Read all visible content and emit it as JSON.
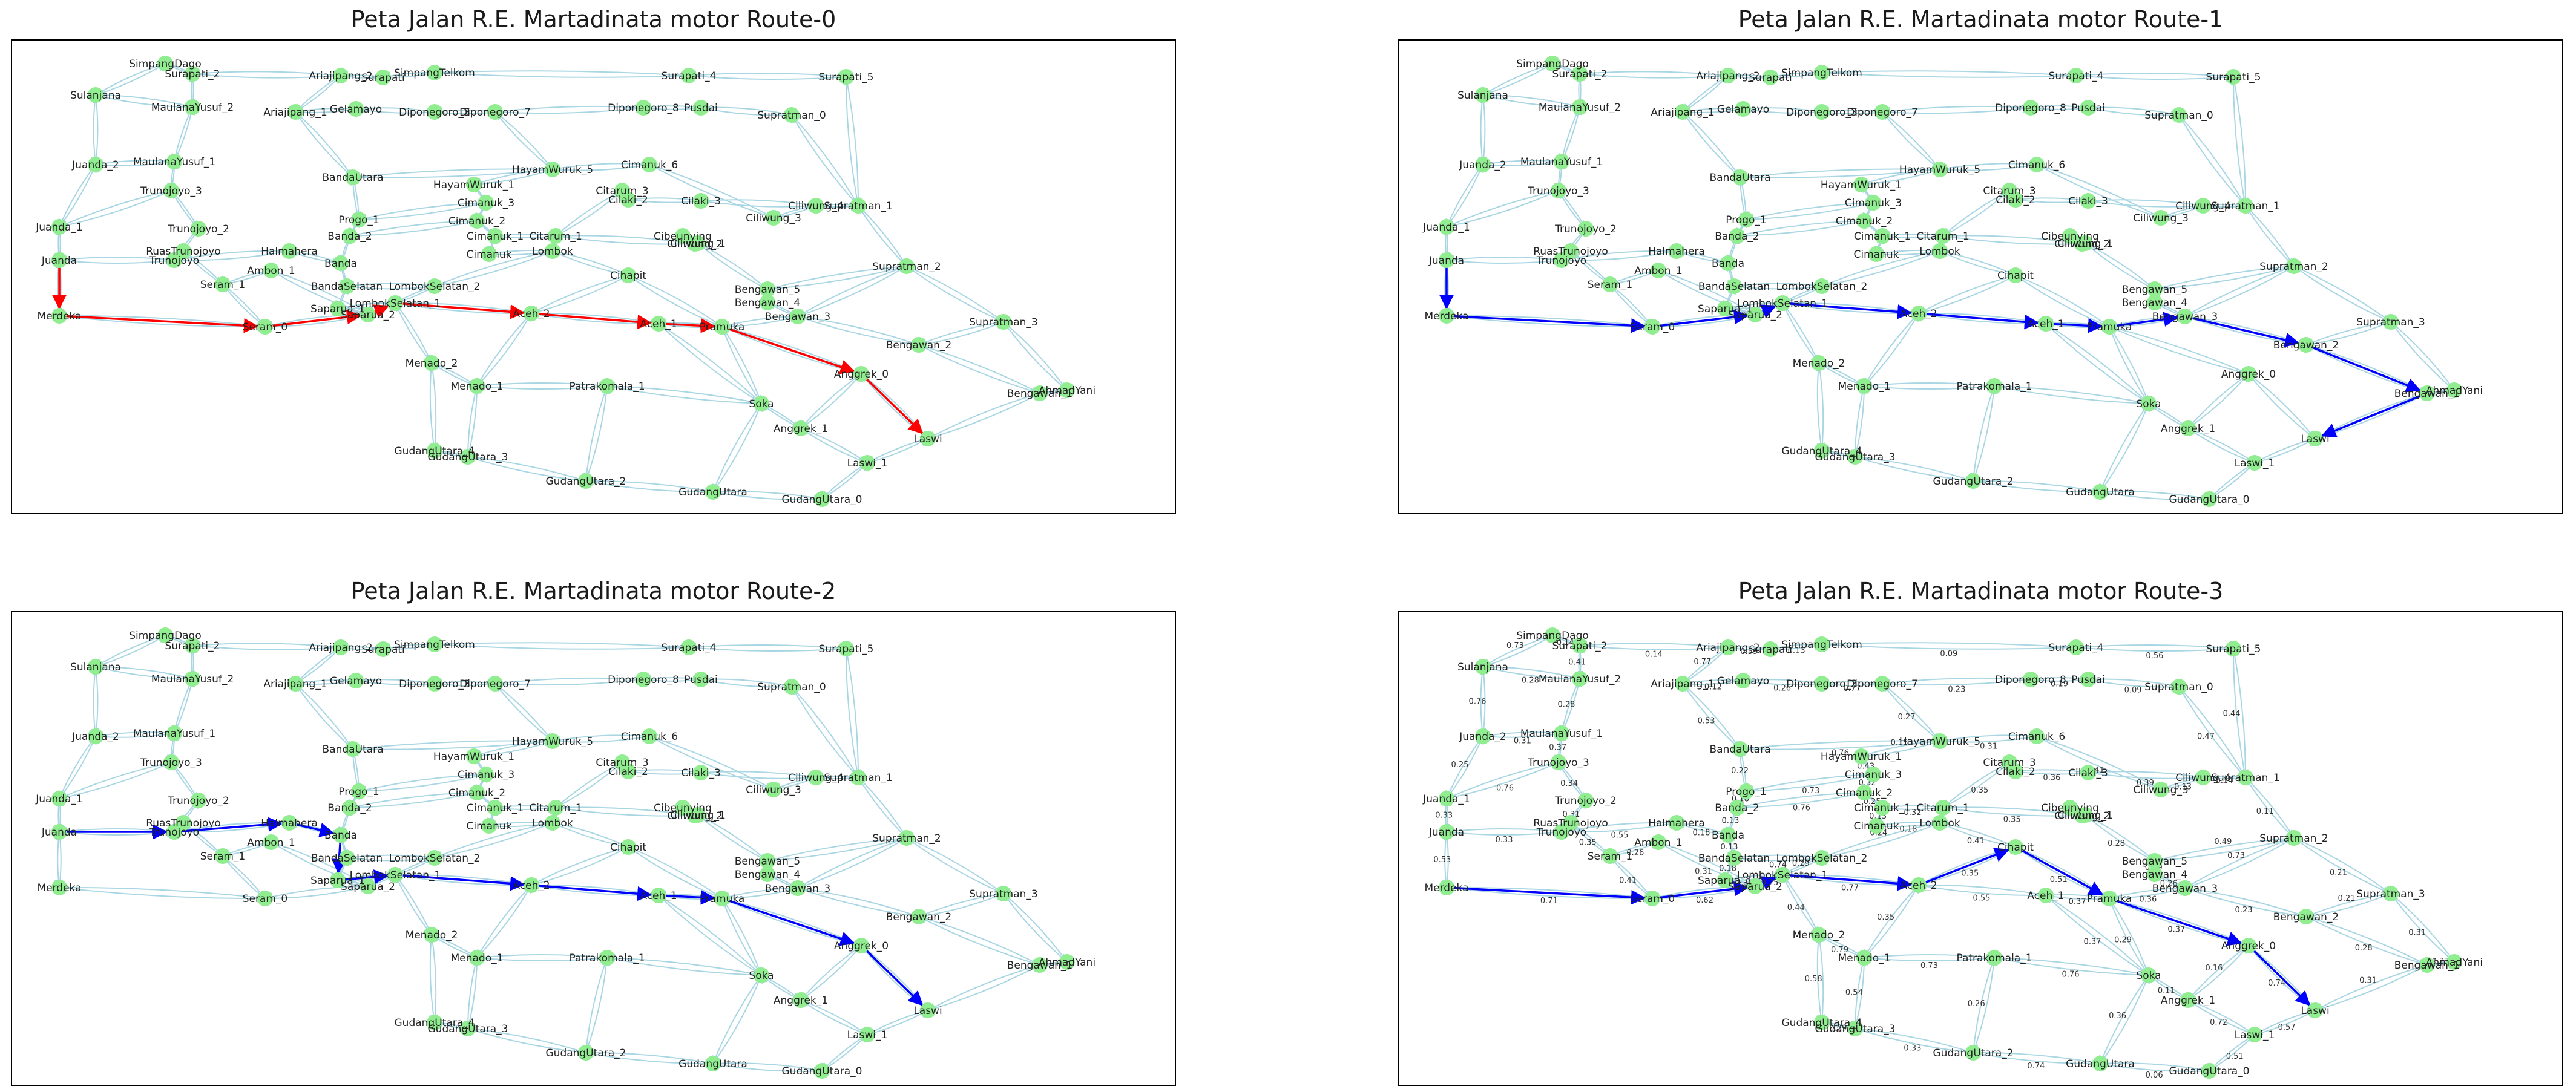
{
  "figure": {
    "colors": {
      "edge": "#a9d6e3",
      "node": "#90ee90",
      "route0": "#ff0000",
      "route_other": "#0000ff",
      "frame": "#000000"
    }
  },
  "panels": [
    {
      "title": "Peta Jalan R.E. Martadinata motor Route-0",
      "route_color": "#ff0000",
      "route_length": 11,
      "show_weights": false
    },
    {
      "title": "Peta Jalan R.E. Martadinata motor Route-1",
      "route_color": "#0000ff",
      "route_length": 13,
      "show_weights": false
    },
    {
      "title": "Peta Jalan R.E. Martadinata motor Route-2",
      "route_color": "#0000ff",
      "route_length": 10,
      "show_weights": false
    },
    {
      "title": "Peta Jalan R.E. Martadinata motor Route-3",
      "route_color": "#0000ff",
      "route_length": 11,
      "show_weights": true
    }
  ],
  "routes": [
    [
      "Juanda",
      "Merdeka",
      "Seram_0",
      "Saparua_2",
      "LombokSelatan_1",
      "Aceh_2",
      "Aceh_1",
      "Pramuka",
      "Anggrek_0",
      "Laswi"
    ],
    [
      "Juanda",
      "Merdeka",
      "Seram_0",
      "Saparua_2",
      "LombokSelatan_1",
      "Aceh_2",
      "Aceh_1",
      "Pramuka",
      "Bengawan_3",
      "Bengawan_2",
      "Bengawan_1",
      "Laswi"
    ],
    [
      "Juanda",
      "Trunojoyo",
      "Halmahera",
      "Banda",
      "Saparua_1",
      "LombokSelatan_1",
      "Aceh_2",
      "Aceh_1",
      "Pramuka",
      "Anggrek_0",
      "Laswi"
    ],
    [
      "Merdeka",
      "Seram_0",
      "Saparua_2",
      "LombokSelatan_1",
      "Aceh_2",
      "Cihapit",
      "Pramuka",
      "Anggrek_0",
      "Laswi"
    ]
  ],
  "nodes": [
    {
      "name": "SimpangDago"
    },
    {
      "name": "Sulanjana"
    },
    {
      "name": "Juanda_2"
    },
    {
      "name": "Juanda_1"
    },
    {
      "name": "Juanda"
    },
    {
      "name": "Merdeka"
    },
    {
      "name": "Surapati_2"
    },
    {
      "name": "MaulanaYusuf_2"
    },
    {
      "name": "MaulanaYusuf_1"
    },
    {
      "name": "Trunojoyo_3"
    },
    {
      "name": "Trunojoyo_2"
    },
    {
      "name": "Trunojoyo"
    },
    {
      "name": "RuasTrunojoyo"
    },
    {
      "name": "Seram_1"
    },
    {
      "name": "Seram_0"
    },
    {
      "name": "Ambon_1"
    },
    {
      "name": "Ariajipang_2"
    },
    {
      "name": "Ariajipang_1"
    },
    {
      "name": "Gelamayo"
    },
    {
      "name": "SimpangTelkom"
    },
    {
      "name": "Surapati"
    },
    {
      "name": "Diponegoro_3"
    },
    {
      "name": "Diponegoro_7"
    },
    {
      "name": "Surapati_4"
    },
    {
      "name": "Surapati_5"
    },
    {
      "name": "Diponegoro_8"
    },
    {
      "name": "Pusdai"
    },
    {
      "name": "Supratman_0"
    },
    {
      "name": "BandaUtara"
    },
    {
      "name": "HayamWuruk_1"
    },
    {
      "name": "HayamWuruk_5"
    },
    {
      "name": "Cimanuk_6"
    },
    {
      "name": "Cimanuk_3"
    },
    {
      "name": "Citarum_3"
    },
    {
      "name": "Progo_1"
    },
    {
      "name": "Banda_2"
    },
    {
      "name": "Cimanuk_2"
    },
    {
      "name": "Cimanuk_1"
    },
    {
      "name": "Citarum_1"
    },
    {
      "name": "Ciliwung_2"
    },
    {
      "name": "Ciliwung_3"
    },
    {
      "name": "Cilaki_2"
    },
    {
      "name": "Cilaki_3"
    },
    {
      "name": "Ciliwung_4"
    },
    {
      "name": "Ciliwung_1"
    },
    {
      "name": "Cibeunying"
    },
    {
      "name": "Cimanuk"
    },
    {
      "name": "Lombok"
    },
    {
      "name": "Halmahera"
    },
    {
      "name": "Banda"
    },
    {
      "name": "BandaSelatan"
    },
    {
      "name": "Saparua_1"
    },
    {
      "name": "Saparua_2"
    },
    {
      "name": "LombokSelatan_2"
    },
    {
      "name": "LombokSelatan_1"
    },
    {
      "name": "Supratman_1"
    },
    {
      "name": "Supratman_2"
    },
    {
      "name": "Supratman_3"
    },
    {
      "name": "Bengawan_5"
    },
    {
      "name": "Bengawan_4"
    },
    {
      "name": "Bengawan_3"
    },
    {
      "name": "Bengawan_2"
    },
    {
      "name": "Bengawan_1"
    },
    {
      "name": "AhmadYani"
    },
    {
      "name": "Cihapit"
    },
    {
      "name": "Aceh_2"
    },
    {
      "name": "Aceh_1"
    },
    {
      "name": "Pramuka"
    },
    {
      "name": "Menado_2"
    },
    {
      "name": "Menado_1"
    },
    {
      "name": "Patrakomala_1"
    },
    {
      "name": "Soka"
    },
    {
      "name": "Anggrek_0"
    },
    {
      "name": "Anggrek_1"
    },
    {
      "name": "Laswi"
    },
    {
      "name": "Laswi_1"
    },
    {
      "name": "GudangUtara_4"
    },
    {
      "name": "GudangUtara_3"
    },
    {
      "name": "GudangUtara_2"
    },
    {
      "name": "GudangUtara"
    },
    {
      "name": "GudangUtara_0"
    }
  ],
  "edges": [
    [
      "SimpangDago",
      "Sulanjana",
      "0.73"
    ],
    [
      "SimpangDago",
      "Surapati_2",
      "0.14"
    ],
    [
      "Sulanjana",
      "Juanda_2",
      "0.76"
    ],
    [
      "Juanda_2",
      "Juanda_1",
      "0.25"
    ],
    [
      "Juanda_1",
      "Juanda",
      "0.33"
    ],
    [
      "Juanda",
      "Merdeka",
      "0.53"
    ],
    [
      "Juanda_2",
      "MaulanaYusuf_1",
      "0.31"
    ],
    [
      "Sulanjana",
      "MaulanaYusuf_2",
      "0.28"
    ],
    [
      "Surapati_2",
      "MaulanaYusuf_2",
      "0.41"
    ],
    [
      "MaulanaYusuf_2",
      "MaulanaYusuf_1",
      "0.28"
    ],
    [
      "MaulanaYusuf_1",
      "Trunojoyo_3",
      "0.37"
    ],
    [
      "Trunojoyo_3",
      "Trunojoyo_2",
      "0.34"
    ],
    [
      "Trunojoyo_2",
      "Trunojoyo",
      "0.31"
    ],
    [
      "Juanda",
      "Trunojoyo",
      "0.33"
    ],
    [
      "Juanda_1",
      "Trunojoyo_3",
      "0.76"
    ],
    [
      "Trunojoyo",
      "RuasTrunojoyo",
      "0.17"
    ],
    [
      "RuasTrunojoyo",
      "Seram_1",
      "0.35"
    ],
    [
      "Seram_1",
      "Seram_0",
      "0.41"
    ],
    [
      "Merdeka",
      "Seram_0",
      "0.71"
    ],
    [
      "Seram_1",
      "Ambon_1",
      "0.26"
    ],
    [
      "Ambon_1",
      "Saparua_2",
      "0.31"
    ],
    [
      "Seram_0",
      "Saparua_2",
      "0.62"
    ],
    [
      "Surapati_2",
      "Ariajipang_2",
      "0.14"
    ],
    [
      "Ariajipang_2",
      "Ariajipang_1",
      "0.77"
    ],
    [
      "Ariajipang_1",
      "Gelamayo",
      "0.12"
    ],
    [
      "Ariajipang_2",
      "Surapati",
      "0.59"
    ],
    [
      "Surapati",
      "SimpangTelkom",
      "0.13"
    ],
    [
      "SimpangTelkom",
      "Surapati_4",
      "0.09"
    ],
    [
      "Surapati_4",
      "Surapati_5",
      "0.56"
    ],
    [
      "Gelamayo",
      "Diponegoro_3",
      "0.26"
    ],
    [
      "Diponegoro_3",
      "Diponegoro_7",
      "0.77"
    ],
    [
      "Diponegoro_7",
      "Diponegoro_8",
      "0.23"
    ],
    [
      "Diponegoro_8",
      "Pusdai",
      "0.19"
    ],
    [
      "Pusdai",
      "Supratman_0",
      "0.09"
    ],
    [
      "Surapati_5",
      "Supratman_1",
      "0.44"
    ],
    [
      "Supratman_0",
      "Supratman_1",
      "0.47"
    ],
    [
      "Ariajipang_1",
      "BandaUtara",
      "0.53"
    ],
    [
      "BandaUtara",
      "HayamWuruk_5",
      "0.76"
    ],
    [
      "HayamWuruk_5",
      "Cimanuk_6",
      "0.31"
    ],
    [
      "Diponegoro_7",
      "HayamWuruk_5",
      "0.27"
    ],
    [
      "HayamWuruk_5",
      "HayamWuruk_1",
      "0.15"
    ],
    [
      "HayamWuruk_1",
      "Cimanuk_3",
      "0.43"
    ],
    [
      "BandaUtara",
      "Progo_1",
      "0.22"
    ],
    [
      "Progo_1",
      "Cimanuk_3",
      "0.73"
    ],
    [
      "Progo_1",
      "Banda_2",
      "0.18"
    ],
    [
      "Banda_2",
      "Cimanuk_2",
      "0.76"
    ],
    [
      "Cimanuk_3",
      "Cimanuk_2",
      "0.32"
    ],
    [
      "Cimanuk_2",
      "Cimanuk_1",
      "0.25"
    ],
    [
      "Cimanuk_1",
      "Citarum_1",
      "0.32"
    ],
    [
      "Citarum_1",
      "Citarum_3",
      "0.35"
    ],
    [
      "Citarum_3",
      "Cilaki_2",
      "0.37"
    ],
    [
      "Cimanuk_6",
      "Ciliwung_3",
      "0.41"
    ],
    [
      "Cilaki_2",
      "Cilaki_3",
      "0.36"
    ],
    [
      "Cilaki_3",
      "Ciliwung_4",
      "0.39"
    ],
    [
      "Ciliwung_3",
      "Ciliwung_4",
      "0.13"
    ],
    [
      "Ciliwung_4",
      "Supratman_1",
      "0.34"
    ],
    [
      "Citarum_1",
      "Ciliwung_2",
      "0.35"
    ],
    [
      "Ciliwung_2",
      "Ciliwung_1",
      "0.28"
    ],
    [
      "Cibeunying",
      "Ciliwung_1",
      "0.11"
    ],
    [
      "Ciliwung_1",
      "Bengawan_5",
      "0.28"
    ],
    [
      "Bengawan_5",
      "Bengawan_4",
      "0.09"
    ],
    [
      "Supratman_1",
      "Supratman_2",
      "0.11"
    ],
    [
      "Supratman_2",
      "Supratman_3",
      "0.21"
    ],
    [
      "Cimanuk",
      "Lombok",
      "0.18"
    ],
    [
      "Cimanuk_1",
      "Cimanuk",
      "0.13"
    ],
    [
      "Banda_2",
      "Banda",
      "0.13"
    ],
    [
      "Halmahera",
      "Banda",
      "0.18"
    ],
    [
      "Trunojoyo",
      "Halmahera",
      "0.55"
    ],
    [
      "Banda",
      "BandaSelatan",
      "0.13"
    ],
    [
      "BandaSelatan",
      "Saparua_1",
      "0.18"
    ],
    [
      "Saparua_1",
      "Saparua_2",
      "0.12"
    ],
    [
      "Saparua_1",
      "LombokSelatan_1",
      "0.35"
    ],
    [
      "Saparua_2",
      "LombokSelatan_1",
      "0.25"
    ],
    [
      "BandaSelatan",
      "LombokSelatan_2",
      "0.74"
    ],
    [
      "LombokSelatan_2",
      "LombokSelatan_1",
      "0.29"
    ],
    [
      "Lombok",
      "LombokSelatan_2",
      "0.24"
    ],
    [
      "LombokSelatan_1",
      "Aceh_2",
      "0.77"
    ],
    [
      "Aceh_2",
      "Aceh_1",
      "0.55"
    ],
    [
      "Aceh_2",
      "Cihapit",
      "0.35"
    ],
    [
      "Lombok",
      "Cihapit",
      "0.41"
    ],
    [
      "Cihapit",
      "Pramuka",
      "0.51"
    ],
    [
      "Aceh_1",
      "Pramuka",
      "0.37"
    ],
    [
      "Pramuka",
      "Bengawan_3",
      "0.36"
    ],
    [
      "Bengawan_4",
      "Bengawan_3",
      "0.26"
    ],
    [
      "Bengawan_3",
      "Bengawan_2",
      "0.23"
    ],
    [
      "Supratman_2",
      "Bengawan_3",
      "0.73"
    ],
    [
      "Supratman_3",
      "Bengawan_2",
      "0.21"
    ],
    [
      "Bengawan_2",
      "Bengawan_1",
      "0.28"
    ],
    [
      "Supratman_3",
      "AhmadYani",
      "0.31"
    ],
    [
      "AhmadYani",
      "Bengawan_1",
      "0.33"
    ],
    [
      "Pramuka",
      "Anggrek_0",
      "0.37"
    ],
    [
      "Anggrek_0",
      "Laswi",
      "0.74"
    ],
    [
      "Bengawan_1",
      "Laswi",
      "0.31"
    ],
    [
      "Anggrek_0",
      "Anggrek_1",
      "0.16"
    ],
    [
      "Soka",
      "Anggrek_1",
      "0.11"
    ],
    [
      "Anggrek_1",
      "Laswi_1",
      "0.72"
    ],
    [
      "Laswi_1",
      "Laswi",
      "0.57"
    ],
    [
      "Pramuka",
      "Soka",
      "0.29"
    ],
    [
      "Aceh_1",
      "Soka",
      "0.37"
    ],
    [
      "LombokSelatan_1",
      "Menado_2",
      "0.44"
    ],
    [
      "Menado_2",
      "Menado_1",
      "0.79"
    ],
    [
      "Menado_1",
      "Patrakomala_1",
      "0.73"
    ],
    [
      "Patrakomala_1",
      "Soka",
      "0.76"
    ],
    [
      "Aceh_2",
      "Menado_1",
      "0.35"
    ],
    [
      "Menado_2",
      "GudangUtara_4",
      "0.58"
    ],
    [
      "Menado_1",
      "GudangUtara_3",
      "0.54"
    ],
    [
      "GudangUtara_4",
      "GudangUtara_3",
      "0.29"
    ],
    [
      "GudangUtara_3",
      "GudangUtara_2",
      "0.33"
    ],
    [
      "Patrakomala_1",
      "GudangUtara_2",
      "0.26"
    ],
    [
      "GudangUtara_2",
      "GudangUtara",
      "0.74"
    ],
    [
      "Soka",
      "GudangUtara",
      "0.36"
    ],
    [
      "GudangUtara",
      "GudangUtara_0",
      "0.06"
    ],
    [
      "GudangUtara_0",
      "Laswi_1",
      "0.51"
    ],
    [
      "Supratman_2",
      "Bengawan_5",
      "0.49"
    ]
  ]
}
